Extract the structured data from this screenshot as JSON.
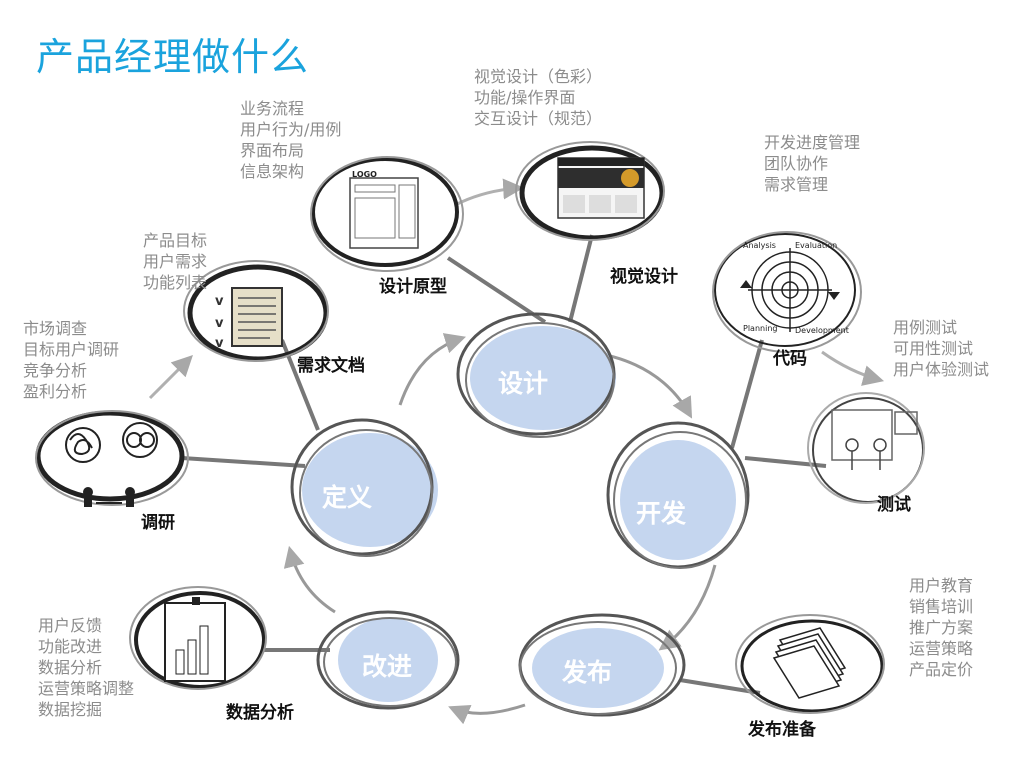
{
  "title": "产品经理做什么",
  "phases": {
    "define": "定义",
    "design": "设计",
    "develop": "开发",
    "release": "发布",
    "improve": "改进"
  },
  "stations": {
    "research": "调研",
    "requirements_doc": "需求文档",
    "prototype": "设计原型",
    "visual_design": "视觉设计",
    "code": "代码",
    "test": "测试",
    "release_prep": "发布准备",
    "data_analysis": "数据分析"
  },
  "notes": {
    "research": [
      "市场调查",
      "目标用户调研",
      "竞争分析",
      "盈利分析"
    ],
    "requirements": [
      "产品目标",
      "用户需求",
      "功能列表"
    ],
    "prototype": [
      "业务流程",
      "用户行为/用例",
      "界面布局",
      "信息架构"
    ],
    "visual": [
      "视觉设计（色彩）",
      "功能/操作界面",
      "交互设计（规范）"
    ],
    "code": [
      "开发进度管理",
      "团队协作",
      "需求管理"
    ],
    "test": [
      "用例测试",
      "可用性测试",
      "用户体验测试"
    ],
    "release": [
      "用户教育",
      "销售培训",
      "推广方案",
      "运营策略",
      "产品定价"
    ],
    "data": [
      "用户反馈",
      "功能改进",
      "数据分析",
      "运营策略调整",
      "数据挖掘"
    ]
  },
  "sketch_text": {
    "logo": "LOGO",
    "analysis": "Analysis",
    "evaluation": "Evaluation",
    "planning": "Planning",
    "development": "Development"
  },
  "colors": {
    "title": "#1aa3dd",
    "phase_fill": "#c5d6ef",
    "stroke": "#555555",
    "note": "#8c8c8c"
  }
}
